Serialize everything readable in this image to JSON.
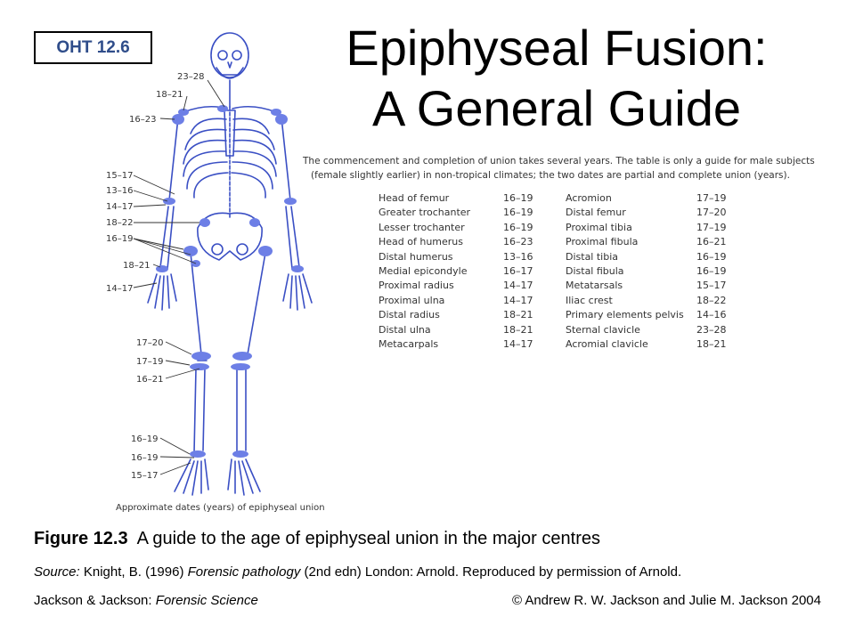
{
  "badge": "OHT 12.6",
  "title_line1": "Epiphyseal Fusion:",
  "title_line2": "A General Guide",
  "intro_line1": "The commencement and completion of union takes several years. The table is only a guide for male subjects",
  "intro_line2": "(female slightly earlier) in non-tropical climates; the two dates are partial and complete union (years).",
  "table": [
    [
      "Head of femur",
      "16–19",
      "Acromion",
      "17–19"
    ],
    [
      "Greater trochanter",
      "16–19",
      "Distal femur",
      "17–20"
    ],
    [
      "Lesser trochanter",
      "16–19",
      "Proximal tibia",
      "17–19"
    ],
    [
      "Head of humerus",
      "16–23",
      "Proximal fibula",
      "16–21"
    ],
    [
      "Distal humerus",
      "13–16",
      "Distal tibia",
      "16–19"
    ],
    [
      "Medial epicondyle",
      "16–17",
      "Distal fibula",
      "16–19"
    ],
    [
      "Proximal radius",
      "14–17",
      "Metatarsals",
      "15–17"
    ],
    [
      "Proximal ulna",
      "14–17",
      "Iliac crest",
      "18–22"
    ],
    [
      "Distal radius",
      "18–21",
      "Primary elements pelvis",
      "14–16"
    ],
    [
      "Distal ulna",
      "18–21",
      "Sternal clavicle",
      "23–28"
    ],
    [
      "Metacarpals",
      "14–17",
      "Acromial clavicle",
      "18–21"
    ]
  ],
  "skeleton_labels": [
    "23–28",
    "18–21",
    "16–23",
    "15–17",
    "13–16",
    "14–17",
    "18–22",
    "16–19",
    "18–21",
    "14–17",
    "17–20",
    "17–19",
    "16–21",
    "16–19",
    "16–19",
    "15–17"
  ],
  "diagram_caption": "Approximate dates (years) of epiphyseal union",
  "figure_label": "Figure 12.3",
  "figure_text": "A guide to the age of epiphyseal union in the major centres",
  "source_label": "Source:",
  "source_text1": "Knight, B. (1996)",
  "source_book": "Forensic pathology",
  "source_text2": "(2nd edn) London: Arnold. Reproduced by permission of Arnold.",
  "footer_authors": "Jackson & Jackson:",
  "footer_book": "Forensic Science",
  "footer_copyright": "© Andrew R. W. Jackson and Julie M. Jackson 2004",
  "colors": {
    "bone_outline": "#3a4fc4",
    "fusion": "#6d7fe6",
    "badge_text": "#2f4d8a"
  }
}
